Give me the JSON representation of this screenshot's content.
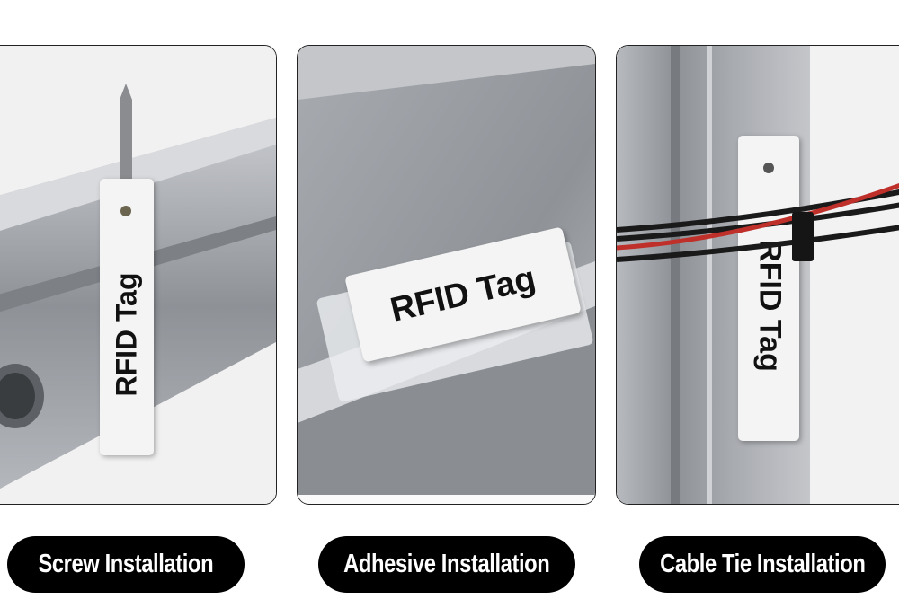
{
  "panels": [
    {
      "tag_text": "RFID Tag",
      "caption": "Screw Installation"
    },
    {
      "tag_text": "RFID Tag",
      "caption": "Adhesive Installation"
    },
    {
      "tag_text": "RFID Tag",
      "caption": "Cable Tie Installation"
    }
  ],
  "colors": {
    "metal": "#9a9da3",
    "tag": "#f4f4f4",
    "pill": "#000000",
    "cable_red": "#c0302a"
  }
}
